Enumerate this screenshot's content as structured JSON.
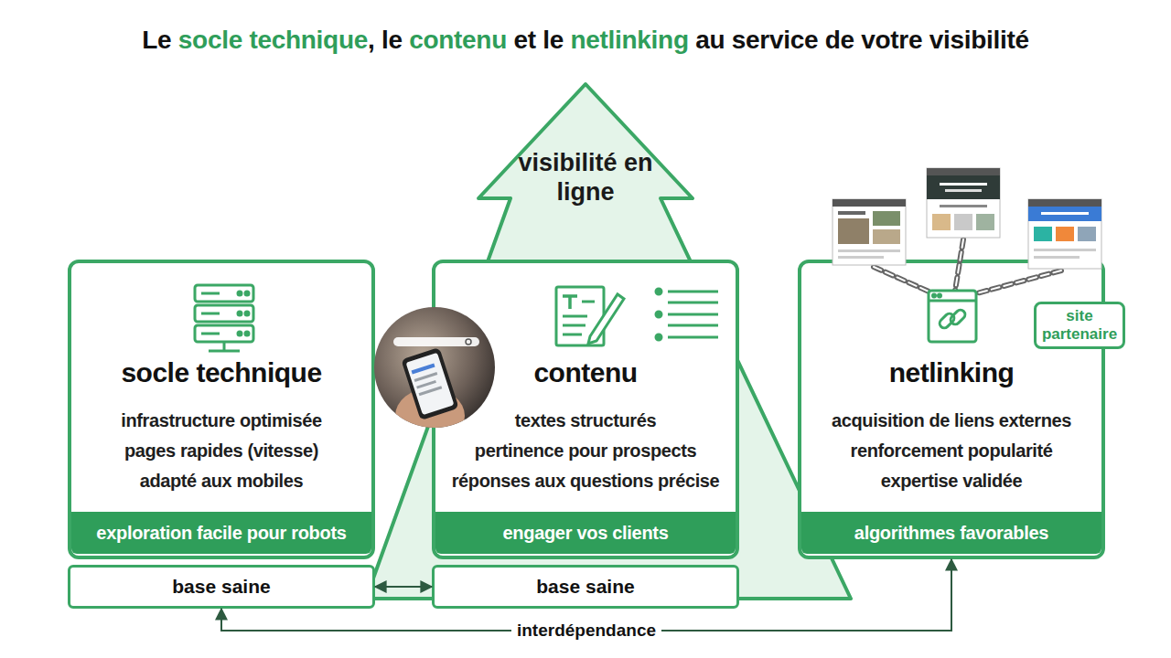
{
  "diagram": {
    "title": "Le socle technique, le contenu et le netlinking au service de votre visibilité",
    "nodes": [
      {
        "text": [
          "visibilité en ligne"
        ]
      },
      {
        "text": [
          "socle technique",
          "infrastructure optimisée",
          "pages rapides (vitesse)",
          "adapté aux mobiles"
        ]
      },
      {
        "text": [
          "exploration facile pour robots"
        ],
        "in": 1
      },
      {
        "text": [
          "base saine"
        ]
      },
      {
        "text": [
          "contenu",
          "textes structurés",
          "pertinence pour prospects",
          "réponses aux questions précise"
        ]
      },
      {
        "text": [
          "engager vos clients"
        ],
        "in": 4
      },
      {
        "text": [
          "base saine"
        ]
      },
      {
        "text": [
          "netlinking",
          "acquisition de liens externes",
          "renforcement popularité",
          "expertise validée"
        ]
      },
      {
        "text": [
          "site partenaire"
        ],
        "in": 7
      },
      {
        "text": [
          "algorithmes favorables"
        ],
        "in": 7
      }
    ],
    "edges": [
      {
        "from": 3,
        "to": 6,
        "arrow": "both"
      },
      {
        "from": 3,
        "to": 7,
        "arrow": "both",
        "label": "interdépendance"
      }
    ]
  }
}
